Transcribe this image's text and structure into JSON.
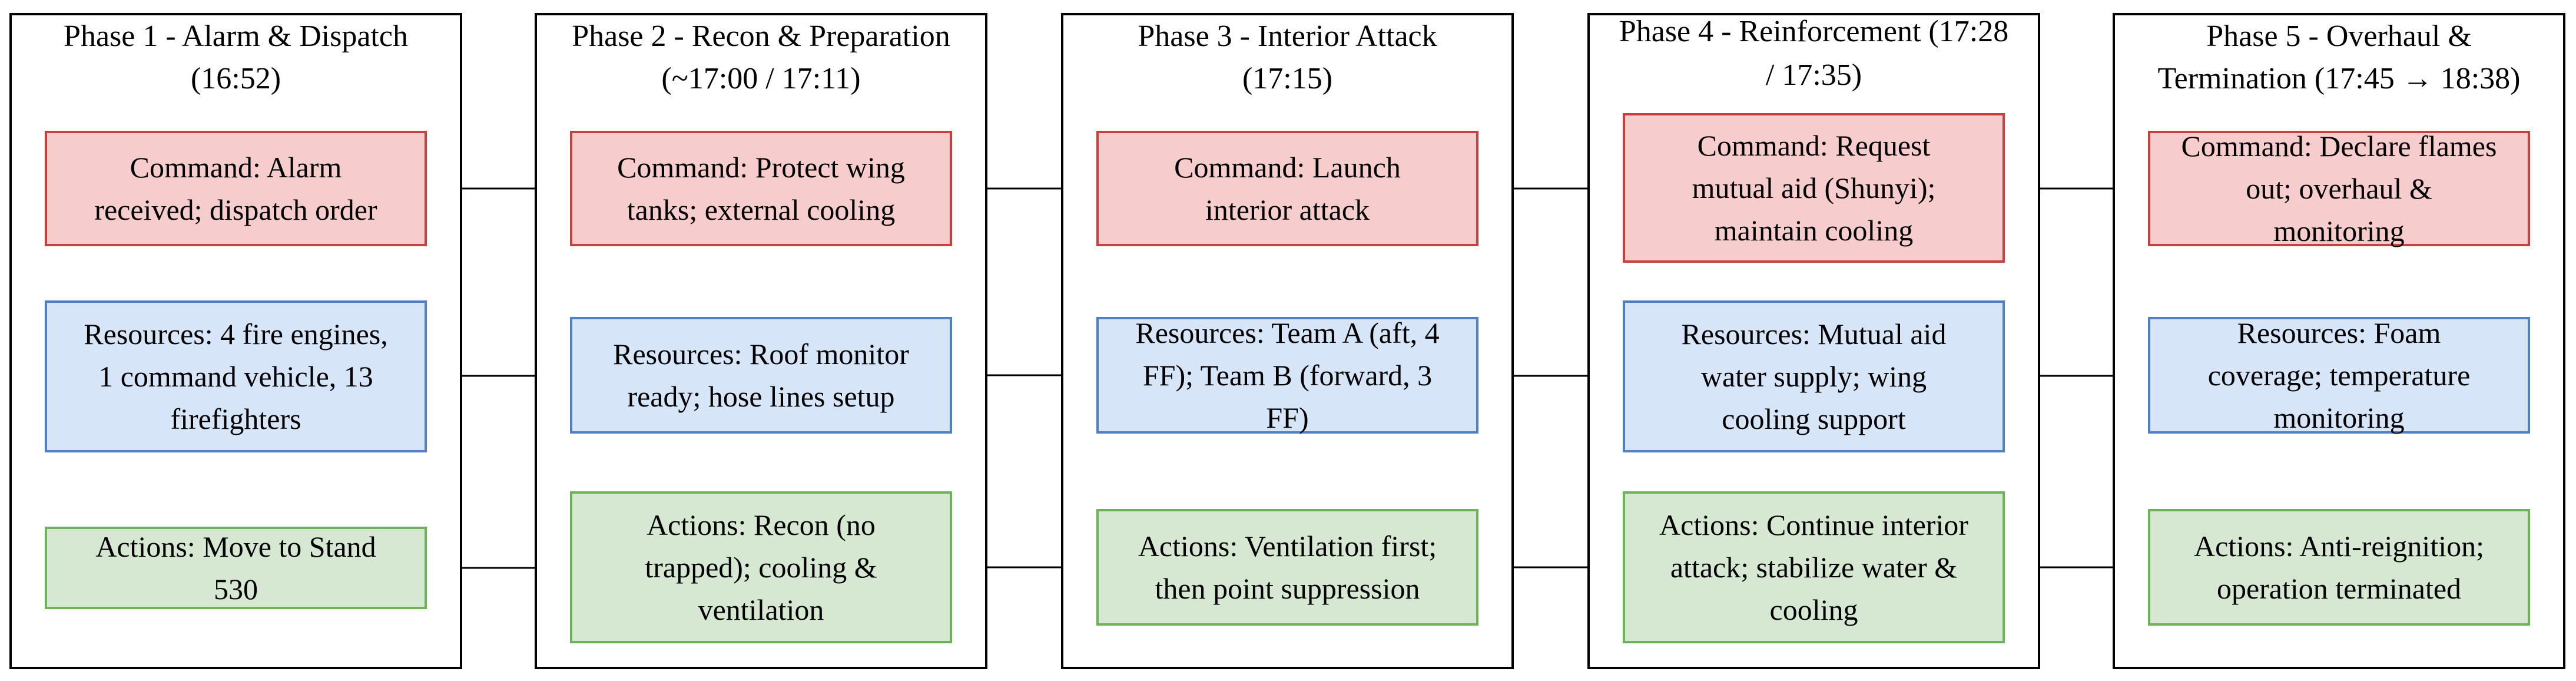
{
  "phases": [
    {
      "title": [
        "Phase 1 - Alarm & Dispatch",
        "(16:52)"
      ],
      "command": [
        "Command: Alarm",
        "received; dispatch order"
      ],
      "resources": [
        "Resources: 4 fire engines,",
        "1 command vehicle, 13",
        "firefighters"
      ],
      "actions": [
        "Actions: Move to Stand",
        "530"
      ]
    },
    {
      "title": [
        "Phase 2 - Recon & Preparation",
        "(~17:00 / 17:11)"
      ],
      "command": [
        "Command: Protect wing",
        "tanks; external cooling"
      ],
      "resources": [
        "Resources: Roof monitor",
        "ready; hose lines setup"
      ],
      "actions": [
        "Actions: Recon (no",
        "trapped); cooling &",
        "ventilation"
      ]
    },
    {
      "title": [
        "Phase 3 - Interior Attack",
        "(17:15)"
      ],
      "command": [
        "Command: Launch",
        "interior attack"
      ],
      "resources": [
        "Resources: Team A (aft, 4",
        "FF); Team B (forward, 3",
        "FF)"
      ],
      "actions": [
        "Actions: Ventilation first;",
        "then point suppression"
      ]
    },
    {
      "title": [
        "Phase 4 - Reinforcement (17:28",
        "/ 17:35)"
      ],
      "command": [
        "Command: Request",
        "mutual aid (Shunyi);",
        "maintain cooling"
      ],
      "resources": [
        "Resources: Mutual aid",
        "water supply; wing",
        "cooling support"
      ],
      "actions": [
        "Actions: Continue interior",
        "attack; stabilize water &",
        "cooling"
      ]
    },
    {
      "title": [
        "Phase 5 - Overhaul &",
        "Termination (17:45 → 18:38)"
      ],
      "command": [
        "Command: Declare flames",
        "out; overhaul &",
        "monitoring"
      ],
      "resources": [
        "Resources: Foam",
        "coverage; temperature",
        "monitoring"
      ],
      "actions": [
        "Actions: Anti-reignition;",
        "operation terminated"
      ]
    }
  ],
  "colors": {
    "command_fill": "#f7cccc",
    "command_stroke": "#c9403f",
    "resources_fill": "#d7e5f8",
    "resources_stroke": "#4f7fc4",
    "actions_fill": "#d6e8d2",
    "actions_stroke": "#6db35a",
    "panel_stroke": "#000000"
  }
}
